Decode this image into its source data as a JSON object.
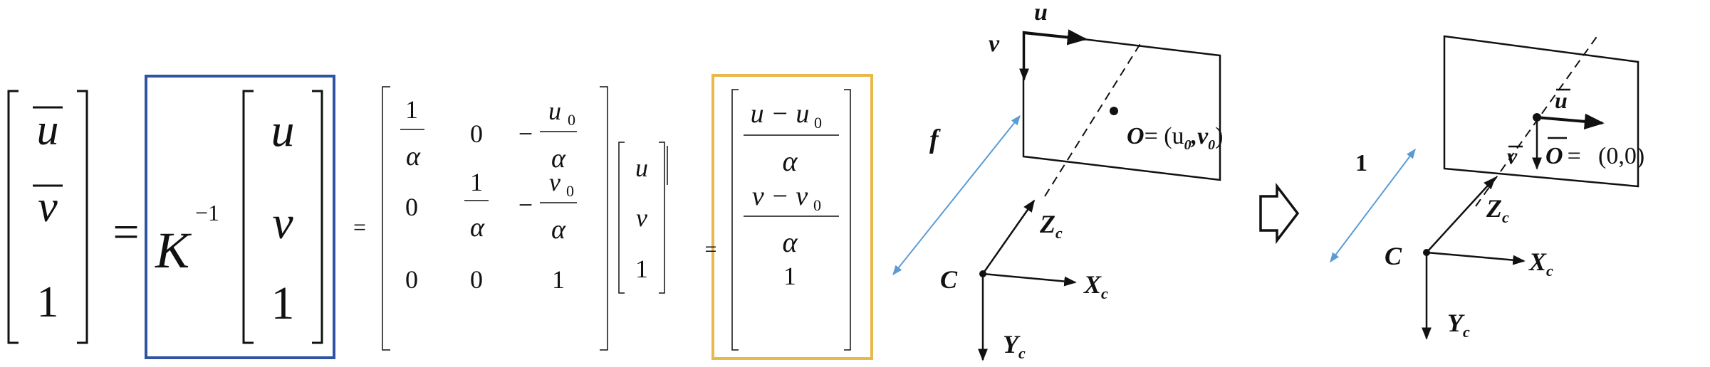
{
  "colors": {
    "blue_box": "#2e54a3",
    "yellow_box": "#e8b84b",
    "arrow_blue": "#5b9bd5",
    "ink": "#111111"
  },
  "equation": {
    "lhs": [
      "u",
      "v",
      "1"
    ],
    "equals": "=",
    "K": "K",
    "inv": "−1",
    "pix": [
      "u",
      "v",
      "1"
    ],
    "row1": [
      "1",
      "α",
      "0",
      "−",
      "u",
      "0",
      "α"
    ],
    "row2": [
      "0",
      "1",
      "α",
      "−",
      "v",
      "0",
      "α"
    ],
    "row3": [
      "0",
      "0",
      "1"
    ],
    "vec": [
      "u",
      "v",
      "1"
    ],
    "res1_num": "u − u",
    "res1_sub": "0",
    "res1_den": "α",
    "res2_num": "v − v",
    "res2_sub": "0",
    "res2_den": "α",
    "res3": "1"
  },
  "left_diagram": {
    "u": "u",
    "v": "v",
    "f": "f",
    "O": "O",
    "O_coords_open": "= (u",
    "O_sub0": "0",
    "O_comma": ",v",
    "O_close": ")",
    "C": "C",
    "Z": "Z",
    "X": "X",
    "Y": "Y",
    "c": "c"
  },
  "right_diagram": {
    "u": "u",
    "v": "v",
    "one": "1",
    "O": "O",
    "O_eq": "=",
    "O_coords": "(0,0)",
    "C": "C",
    "Z": "Z",
    "X": "X",
    "Y": "Y",
    "c": "c"
  },
  "icons": [
    "double-headed-arrow-icon",
    "right-outline-arrow-icon"
  ]
}
